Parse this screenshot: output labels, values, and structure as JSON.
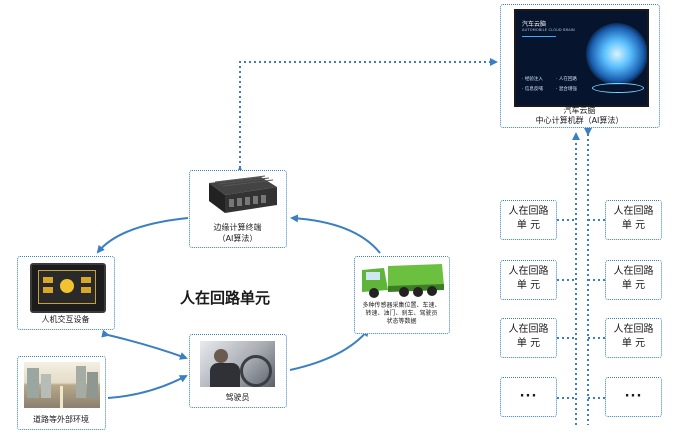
{
  "center_title": "人在回路单元",
  "cloud": {
    "screen_title": "汽车云脑",
    "screen_subtitle": "AUTOMOBILE CLOUD BRAIN",
    "screen_items": [
      "· 经验注入",
      "· 人在回路",
      "· 信息反哺",
      "· 混合增强"
    ],
    "label_line1": "汽车云脑",
    "label_line2": "中心计算机群（AI算法）"
  },
  "edge": {
    "label_line1": "边缘计算终端",
    "label_line2": "（AI算法）"
  },
  "hmi": {
    "label": "人机交互设备"
  },
  "truck": {
    "label_lines": [
      "多种传感器采集位置、车速、",
      "转速、油门、刹车、驾驶员",
      "状态等数据"
    ]
  },
  "driver": {
    "label": "驾驶员"
  },
  "road": {
    "label": "道路等外部环境"
  },
  "units": {
    "rows": [
      [
        "人在回路\n单 元",
        "人在回路\n单 元"
      ],
      [
        "人在回路\n单 元",
        "人在回路\n单 元"
      ],
      [
        "人在回路\n单 元",
        "人在回路\n单 元"
      ],
      [
        "···",
        "···"
      ]
    ]
  },
  "colors": {
    "accent": "#3a7fc2",
    "truck_green": "#5fb43a",
    "screen_bg": "#07142e"
  }
}
